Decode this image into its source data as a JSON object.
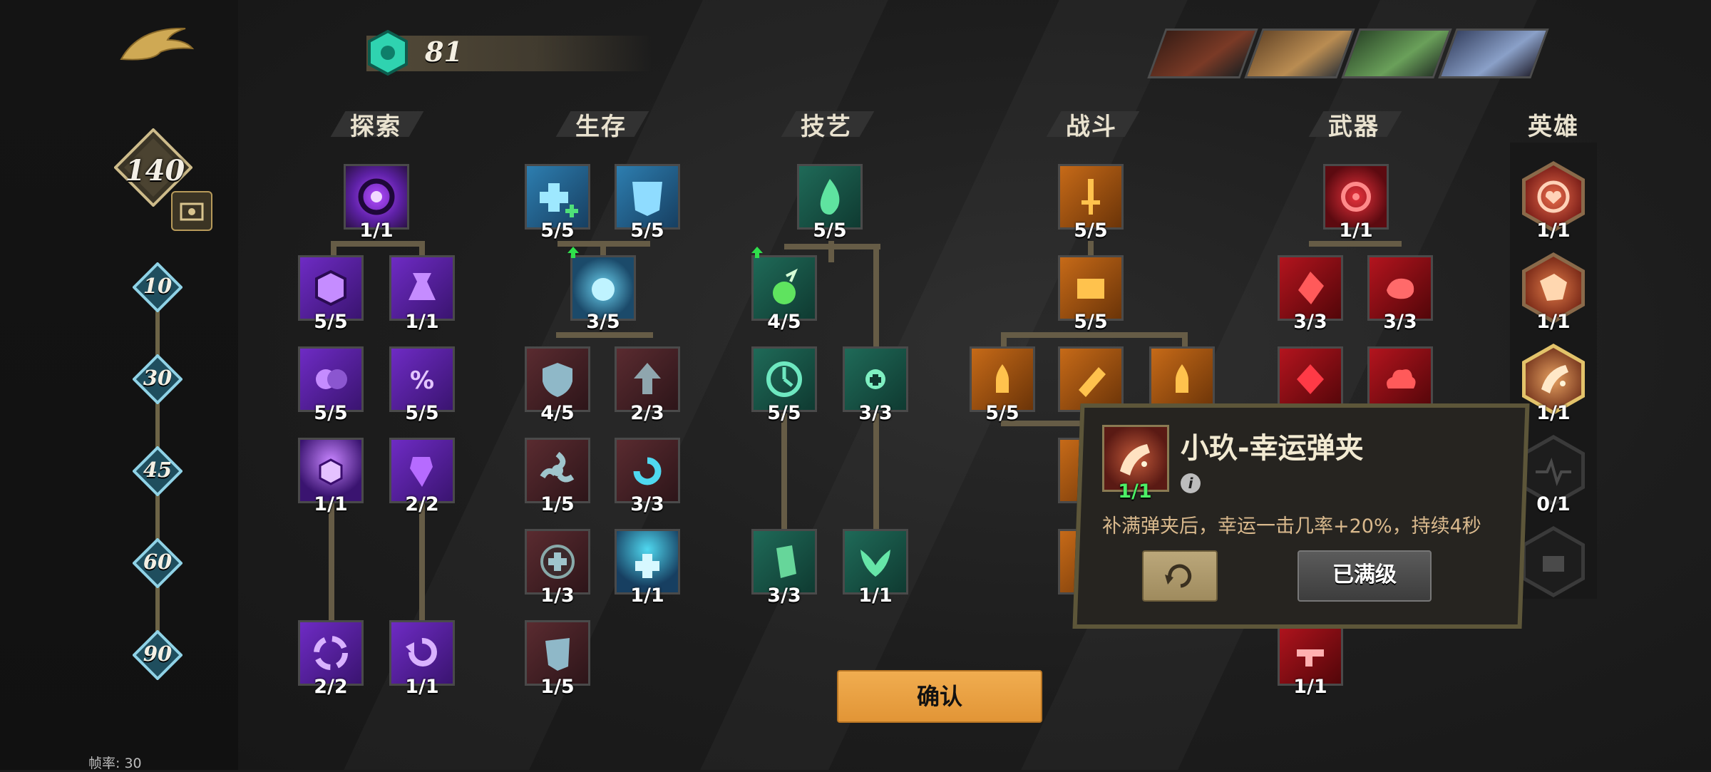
{
  "currency": {
    "value": "81",
    "icon": "gem-icon"
  },
  "player": {
    "level": "140"
  },
  "milestones": [
    "10",
    "30",
    "45",
    "60",
    "90"
  ],
  "fps_label": "帧率: 30",
  "categories": {
    "explore": "探索",
    "survive": "生存",
    "skill": "技艺",
    "combat": "战斗",
    "weapon": "武器",
    "hero": "英雄"
  },
  "nodes": {
    "explore": [
      "1/1",
      "5/5",
      "1/1",
      "5/5",
      "5/5",
      "1/1",
      "2/2",
      "2/2",
      "1/1"
    ],
    "survive": [
      "5/5",
      "5/5",
      "3/5",
      "4/5",
      "2/3",
      "1/5",
      "3/3",
      "1/3",
      "1/1",
      "1/5"
    ],
    "skill": [
      "5/5",
      "4/5",
      "5/5",
      "3/3",
      "3/3",
      "1/1"
    ],
    "combat": [
      "5/5",
      "5/5",
      "5/5"
    ],
    "weapon": [
      "1/1",
      "3/3",
      "3/3",
      "1/1"
    ],
    "hero": [
      "1/1",
      "1/1",
      "1/1",
      "0/1"
    ]
  },
  "popup": {
    "title": "小玖-幸运弹夹",
    "level": "1/1",
    "info": "i",
    "description": "补满弹夹后，幸运一击几率+20%，持续4秒",
    "max_button": "已满级"
  },
  "confirm_label": "确认",
  "colors": {
    "purple": "#7b2bd8",
    "blue": "#2a6e9a",
    "green": "#1f6a58",
    "orange": "#c66a18",
    "red": "#b3141e",
    "gold": "#d9b05a",
    "button": "#eea244"
  }
}
